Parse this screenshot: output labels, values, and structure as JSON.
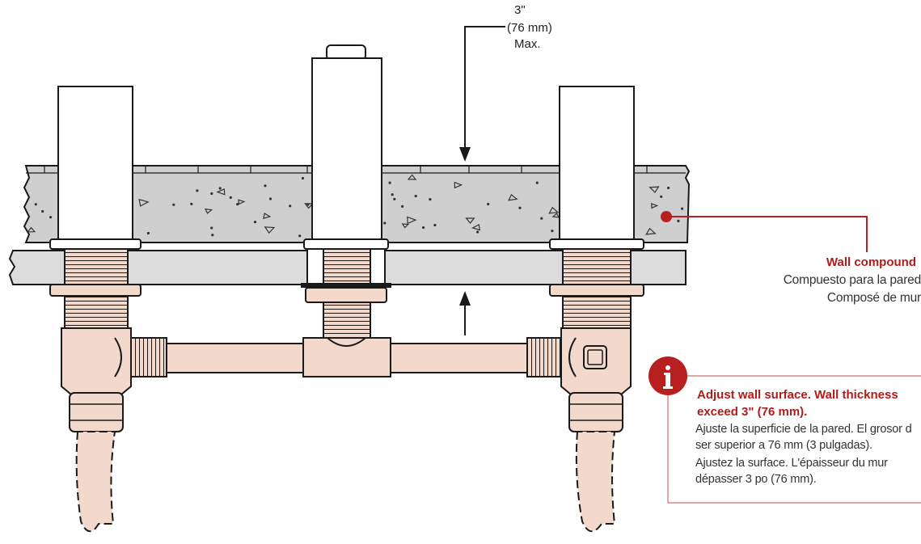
{
  "dimension": {
    "value_in": "3\"",
    "value_mm": "(76 mm)",
    "qualifier": "Max."
  },
  "wall_compound": {
    "title": "Wall compound",
    "es": "Compuesto para la pared",
    "fr": "Composé de mur"
  },
  "note": {
    "icon": "info-icon",
    "heading_line1": "Adjust wall surface. Wall thickness",
    "heading_line2": "exceed 3\" (76 mm).",
    "es_line1": "Ajuste la superficie de la pared. El grosor d",
    "es_line2": "ser superior a 76 mm (3 pulgadas).",
    "fr_line1": "Ajustez la surface. L'épaisseur du mur",
    "fr_line2": "dépasser 3 po (76 mm)."
  },
  "colors": {
    "accent_red": "#b8201f",
    "wall_fill": "#cfcfcf",
    "board_fill": "#dcdcdc",
    "pipe_fill": "#f3d9cb",
    "outline": "#1a1a1a"
  }
}
